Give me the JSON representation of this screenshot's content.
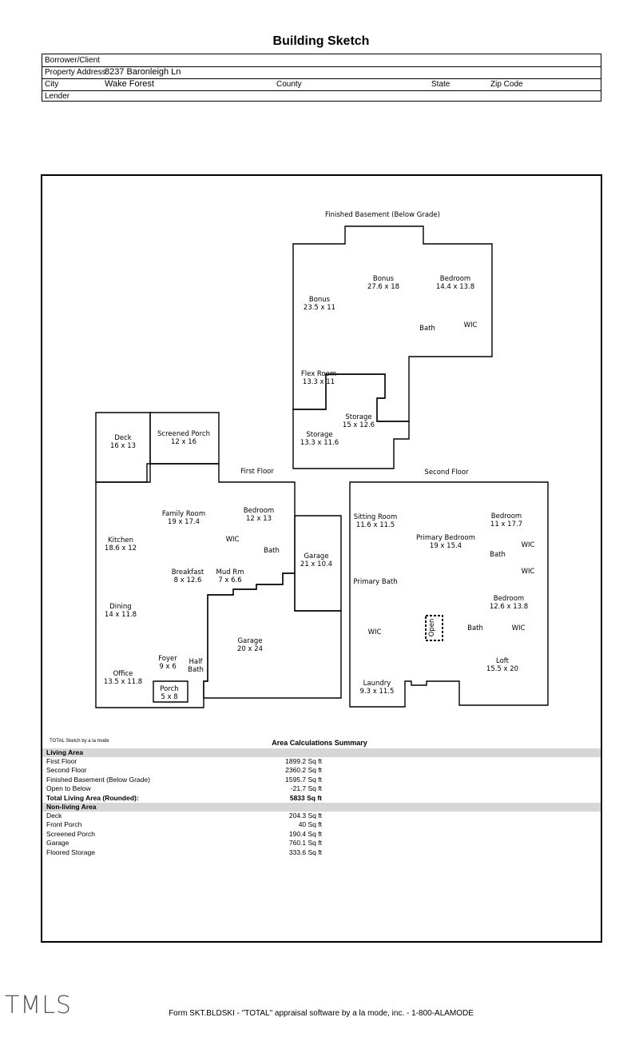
{
  "title": "Building Sketch",
  "header": {
    "borrower_label": "Borrower/Client",
    "address_label": "Property Address",
    "address_value": "8237 Baronleigh Ln",
    "city_label": "City",
    "city_value": "Wake Forest",
    "county_label": "County",
    "state_label": "State",
    "zip_label": "Zip Code",
    "lender_label": "Lender"
  },
  "sketch": {
    "basement_title": "Finished Basement (Below Grade)",
    "first_floor_title": "First Floor",
    "second_floor_title": "Second Floor",
    "basement": [
      {
        "name": "Bonus",
        "dims": "27.6 x 18"
      },
      {
        "name": "Bedroom",
        "dims": "14.4 x 13.8"
      },
      {
        "name": "Bonus",
        "dims": "23.5 x 11"
      },
      {
        "name": "Bath",
        "dims": ""
      },
      {
        "name": "WIC",
        "dims": ""
      },
      {
        "name": "Flex Room",
        "dims": "13.3 x 11"
      },
      {
        "name": "Storage",
        "dims": "15 x 12.6"
      },
      {
        "name": "Storage",
        "dims": "13.3 x 11.6"
      }
    ],
    "first_floor": [
      {
        "name": "Deck",
        "dims": "16 x 13"
      },
      {
        "name": "Screened Porch",
        "dims": "12 x 16"
      },
      {
        "name": "Family Room",
        "dims": "19 x 17.4"
      },
      {
        "name": "Bedroom",
        "dims": "12 x 13"
      },
      {
        "name": "WIC",
        "dims": ""
      },
      {
        "name": "Kitchen",
        "dims": "18.6 x 12"
      },
      {
        "name": "Bath",
        "dims": ""
      },
      {
        "name": "Garage",
        "dims": "21 x 10.4"
      },
      {
        "name": "Breakfast",
        "dims": "8 x 12.6"
      },
      {
        "name": "Mud Rm",
        "dims": "7 x 6.6"
      },
      {
        "name": "Dining",
        "dims": "14 x 11.8"
      },
      {
        "name": "Garage",
        "dims": "20 x 24"
      },
      {
        "name": "Foyer",
        "dims": "9 x 6"
      },
      {
        "name": "Half",
        "dims": "Bath"
      },
      {
        "name": "Office",
        "dims": "13.5 x 11.8"
      },
      {
        "name": "Porch",
        "dims": "5 x 8"
      }
    ],
    "second_floor": [
      {
        "name": "Sitting Room",
        "dims": "11.6 x 11.5"
      },
      {
        "name": "Bedroom",
        "dims": "11 x 17.7"
      },
      {
        "name": "Primary Bedroom",
        "dims": "19 x 15.4"
      },
      {
        "name": "WIC",
        "dims": ""
      },
      {
        "name": "Bath",
        "dims": ""
      },
      {
        "name": "WIC",
        "dims": ""
      },
      {
        "name": "Primary Bath",
        "dims": ""
      },
      {
        "name": "Bedroom",
        "dims": "12.6 x 13.8"
      },
      {
        "name": "WIC",
        "dims": ""
      },
      {
        "name": "Bath",
        "dims": ""
      },
      {
        "name": "WIC",
        "dims": ""
      },
      {
        "name": "Loft",
        "dims": "15.5 x 20"
      },
      {
        "name": "Laundry",
        "dims": "9.3 x 11.5"
      }
    ],
    "open_label": "Open"
  },
  "area_summary": {
    "software_tag": "TOTAL Sketch by a la mode",
    "title": "Area Calculations Summary",
    "living_heading": "Living Area",
    "living": [
      {
        "name": "First Floor",
        "value": "1899.2 Sq ft"
      },
      {
        "name": "Second Floor",
        "value": "2360.2 Sq ft"
      },
      {
        "name": "Finished Basement (Below Grade)",
        "value": "1595.7 Sq ft"
      },
      {
        "name": "Open to Below",
        "value": "-21.7 Sq ft"
      }
    ],
    "total": {
      "name": "Total Living Area (Rounded):",
      "value": "5833 Sq ft"
    },
    "nonliving_heading": "Non-living Area",
    "nonliving": [
      {
        "name": "Deck",
        "value": "204.3 Sq ft"
      },
      {
        "name": "Front Porch",
        "value": "40 Sq ft"
      },
      {
        "name": "Screened Porch",
        "value": "190.4 Sq ft"
      },
      {
        "name": "Garage",
        "value": "760.1 Sq ft"
      },
      {
        "name": "Floored Storage",
        "value": "333.6 Sq ft"
      }
    ]
  },
  "watermark": "TMLS",
  "footer": "Form SKT.BLDSKI - \"TOTAL\" appraisal software by a la mode, inc. - 1-800-ALAMODE"
}
